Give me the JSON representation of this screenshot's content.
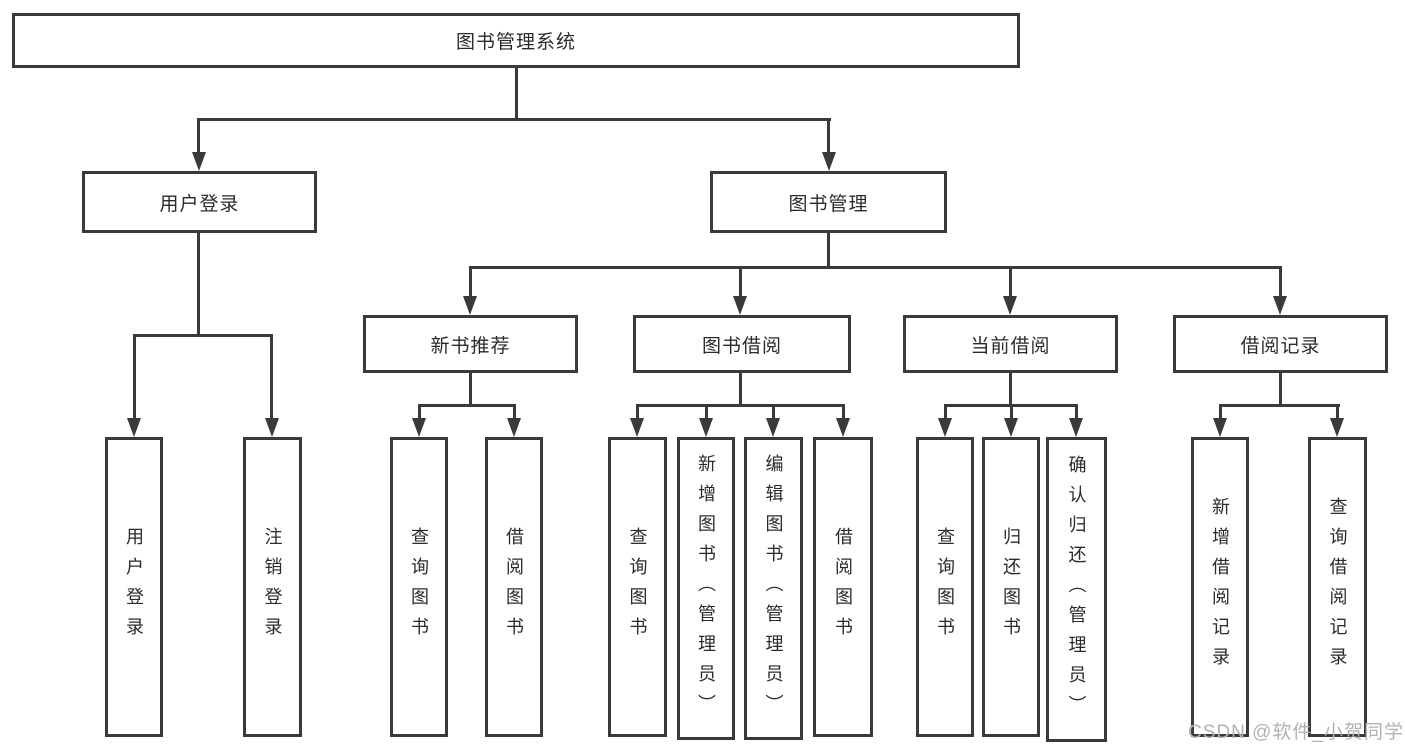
{
  "nodes": {
    "root": "图书管理系统",
    "user_login": "用户登录",
    "book_management": "图书管理",
    "new_book_recommend": "新书推荐",
    "book_borrowing": "图书借阅",
    "current_borrowing": "当前借阅",
    "borrowing_records": "借阅记录",
    "leaf_user_login": "用户登录",
    "leaf_logout": "注销登录",
    "recommend_query_books": "查询图书",
    "recommend_borrow_books": "借阅图书",
    "borrow_query_books": "查询图书",
    "borrow_add_books": "新增图书（管理员）",
    "borrow_edit_books": "编辑图书（管理员）",
    "borrow_borrow_books": "借阅图书",
    "current_query_books": "查询图书",
    "current_return_books": "归还图书",
    "current_confirm_return": "确认归还（管理员）",
    "records_add_record": "新增借阅记录",
    "records_query_record": "查询借阅记录"
  },
  "watermark": "CSDN @软件_小贺同学",
  "colors": {
    "line": "#3a3a3a",
    "box_border": "#3a3a3a",
    "box_background": "#ffffff",
    "text": "#2b2b2b",
    "watermark": "#b2b2b2"
  }
}
